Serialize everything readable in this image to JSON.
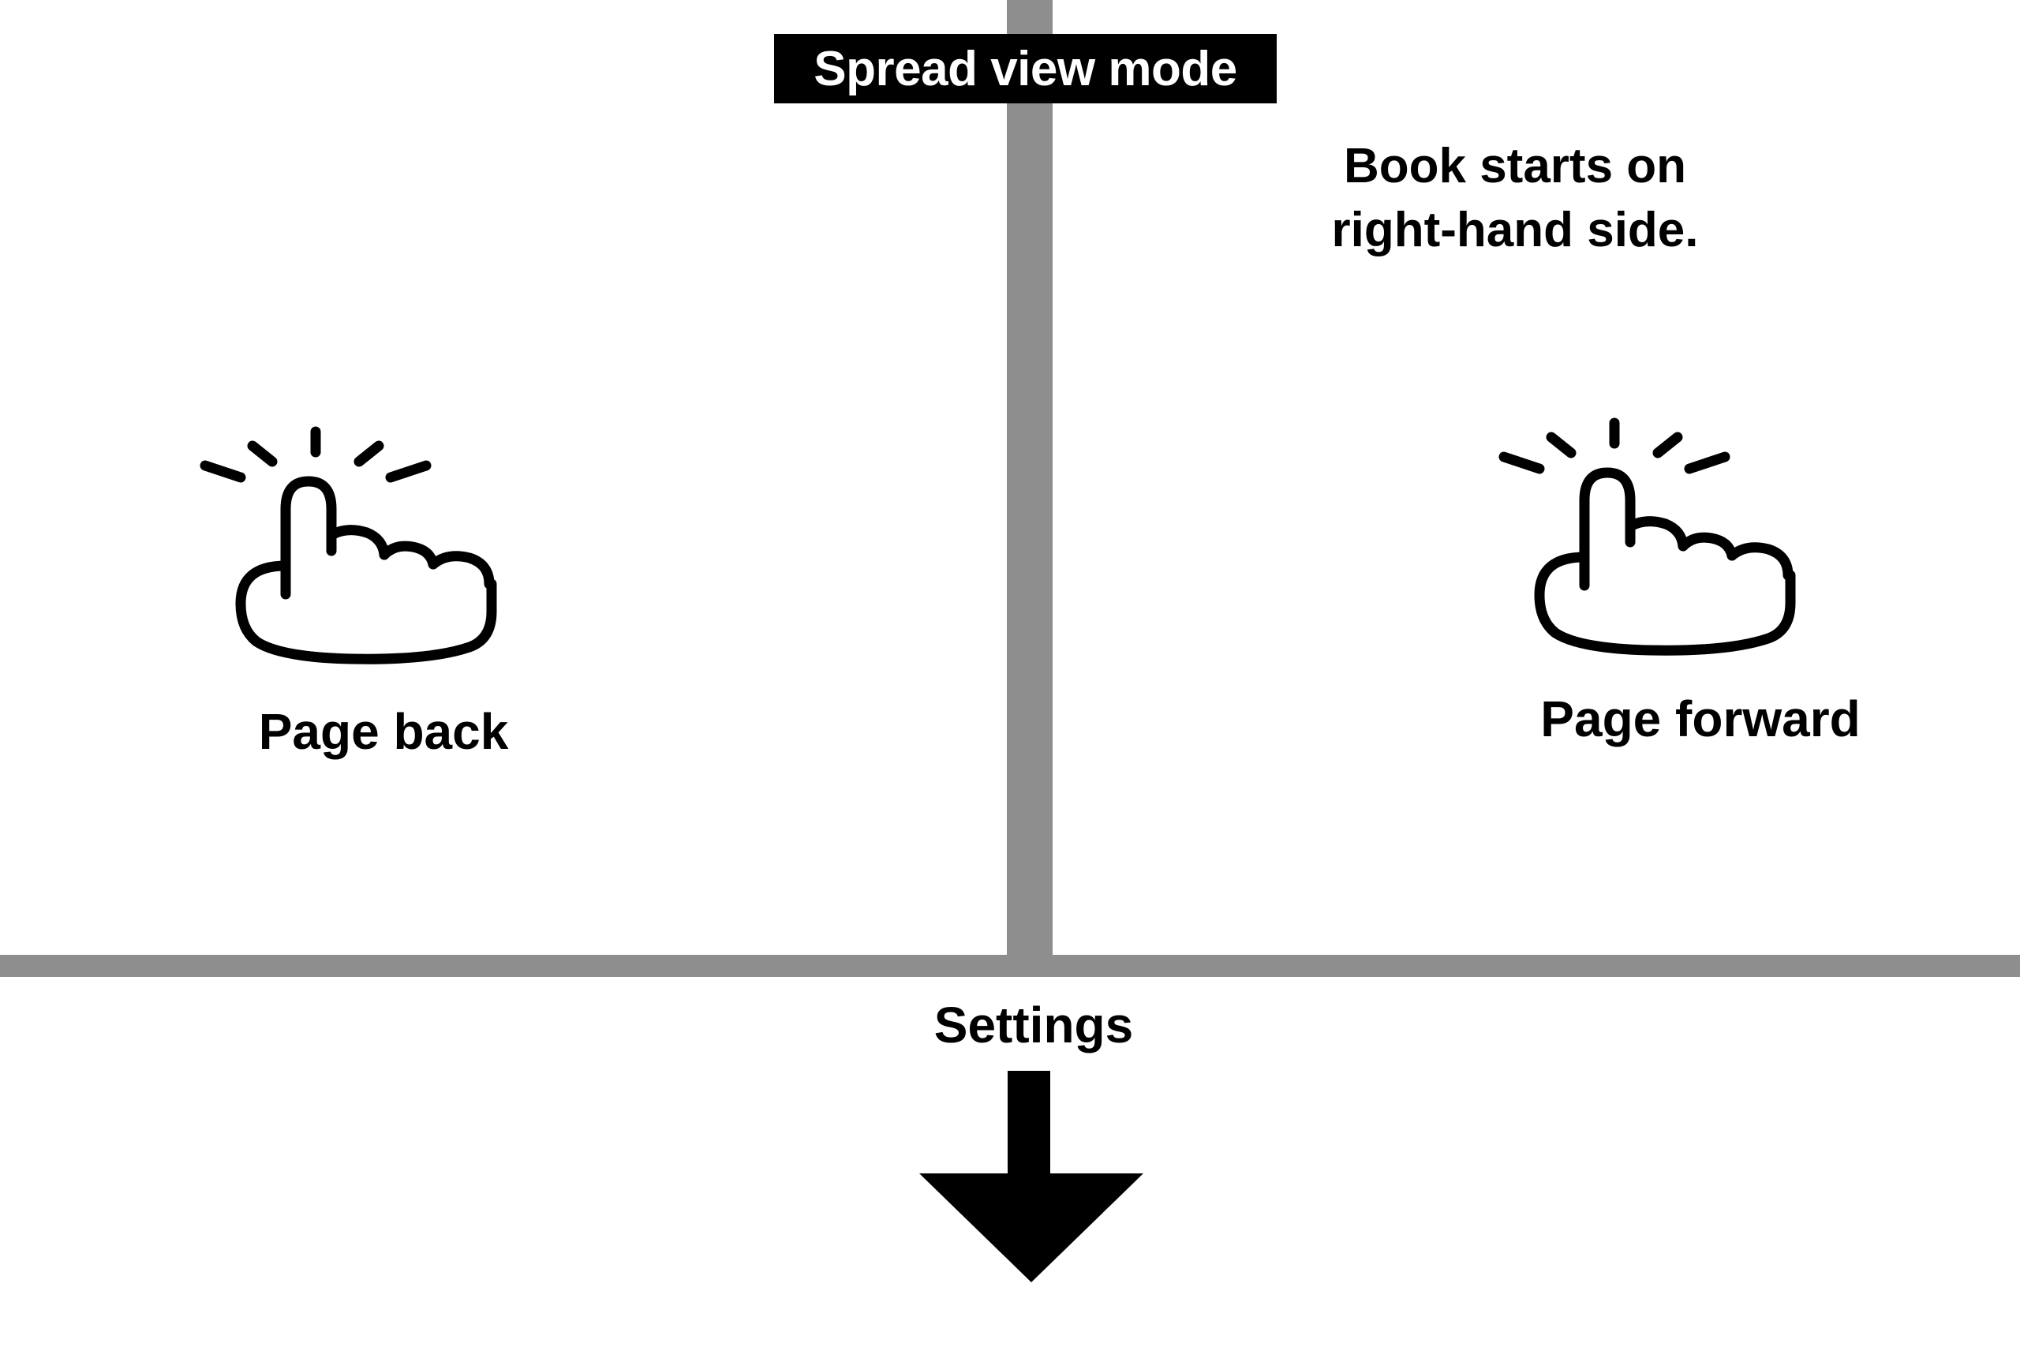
{
  "banner": {
    "title": "Spread view mode"
  },
  "note": {
    "line1": "Book starts on",
    "line2": "right-hand side."
  },
  "zones": {
    "left": {
      "label": "Page back",
      "icon": "tap-finger-icon"
    },
    "right": {
      "label": "Page forward",
      "icon": "tap-finger-icon"
    },
    "bottom": {
      "label": "Settings",
      "icon": "arrow-down-icon"
    }
  },
  "colors": {
    "background": "#ffffff",
    "divider": "#8e8e8e",
    "banner_background": "#000000",
    "banner_text": "#ffffff",
    "text": "#000000"
  }
}
